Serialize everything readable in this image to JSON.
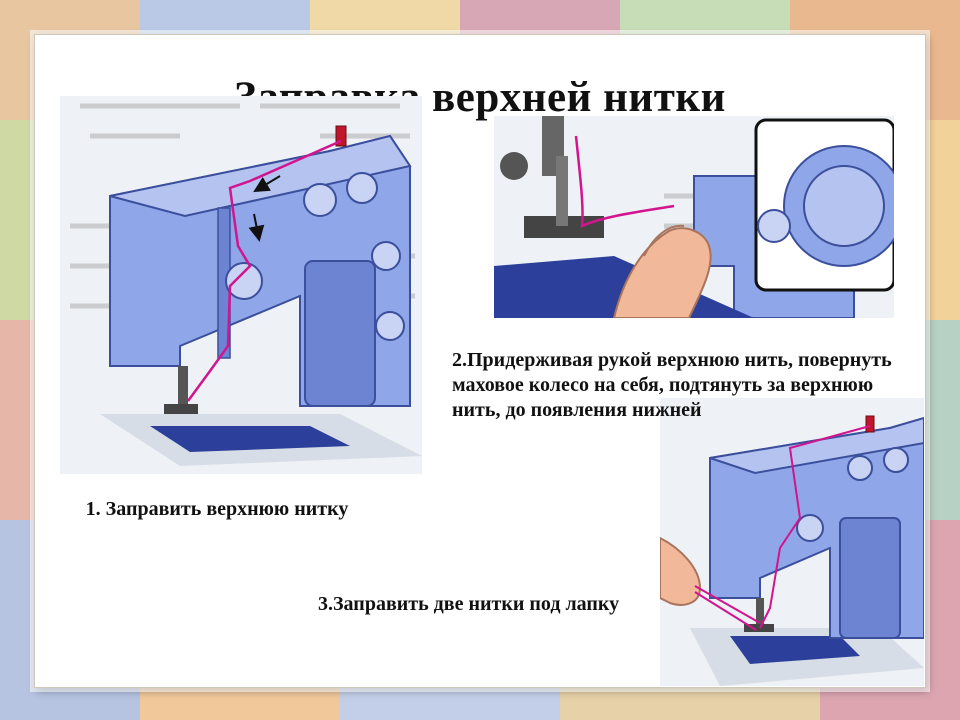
{
  "slide": {
    "title": "Заправка верхней нитки",
    "steps": [
      {
        "text": "1. Заправить верхнюю нитку"
      },
      {
        "text": "2.Придерживая рукой верхнюю нить, повернуть маховое колесо на себя, подтянуть за верхнюю нить, до появления нижней"
      },
      {
        "text": "3.Заправить две нитки под лапку"
      }
    ]
  },
  "colors": {
    "machine_body": "#8fa6e8",
    "machine_shadow": "#6d84d2",
    "thread": "#d2148f",
    "fabric": "#2c3f9a",
    "card_background": "#ffffff"
  },
  "icons": [
    "sewing-machine-icon",
    "presser-foot-icon",
    "hand-icon",
    "thread-spool-icon"
  ]
}
